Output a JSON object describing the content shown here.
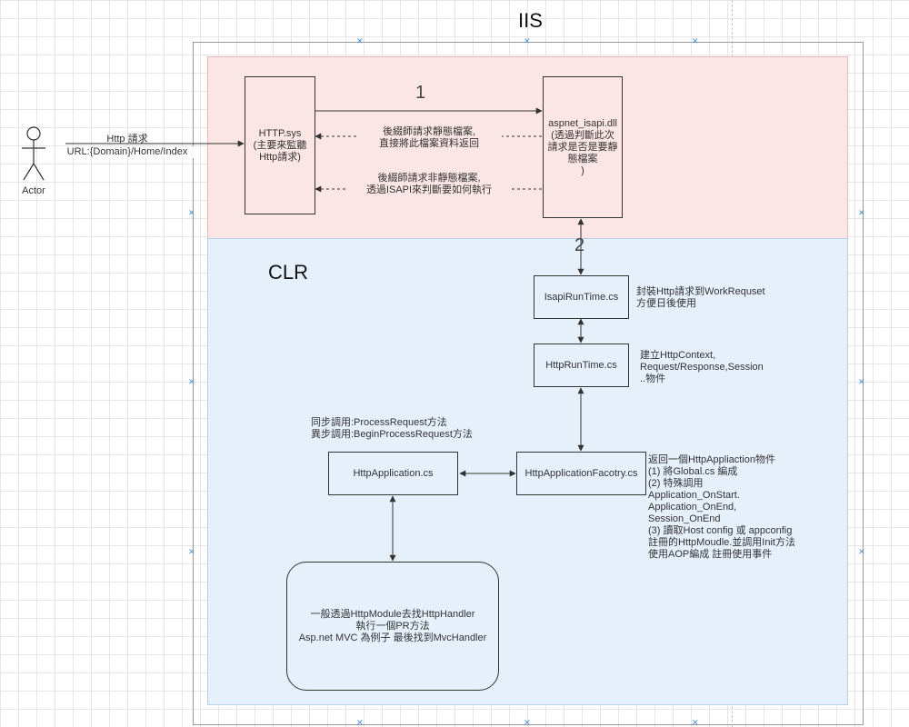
{
  "titles": {
    "iis": "IIS",
    "clr": "CLR"
  },
  "actor": {
    "label": "Actor"
  },
  "request": {
    "line1": "Http 請求",
    "line2": "URL:{Domain}/Home/Index"
  },
  "nodes": {
    "http_sys": "HTTP.sys\n(主要來監聽\nHttp請求)",
    "aspnet_isapi": "aspnet_isapi.dll\n(透過判斷此次\n請求是否是要靜\n態檔案\n)",
    "isapi_runtime": "IsapiRunTime.cs",
    "http_runtime": "HttpRunTime.cs",
    "http_app_factory": "HttpApplicationFacotry.cs",
    "http_application": "HttpApplication.cs",
    "module_handler": "一般透過HttpModule去找HttpHandler\n執行一個PR方法\nAsp.net MVC 為例子 最後找到MvcHandler"
  },
  "edge_labels": {
    "step1": "1",
    "step2": "2",
    "static_return": "後綴師請求靜態檔案,\n直接將此檔案資料返回",
    "non_static": "後綴師請求非靜態檔案,\n透過ISAPI來判斷要如何執行"
  },
  "notes": {
    "isapi_runtime": "封裝Http請求到WorkRequset\n方便日後使用",
    "http_runtime": "建立HttpContext,\nRequest/Response,Session\n..物件",
    "http_application": "同步調用:ProcessRequest方法\n異步調用:BeginProcessRequest方法",
    "factory": "返回一個HttpAppliaction物件\n  (1) 將Global.cs 編成\n  (2) 特殊調用\n          Application_OnStart.\n          Application_OnEnd,\n          Session_OnEnd\n  (3) 讀取Host config 或 appconfig\n       註冊的HttpMoudle.並調用Init方法\n       使用AOP編成 註冊使用事件"
  },
  "colors": {
    "iis_zone": "#fbe5e5",
    "clr_zone": "#e6f0fb",
    "connection_point": "#4a90d9",
    "line": "#333333"
  }
}
